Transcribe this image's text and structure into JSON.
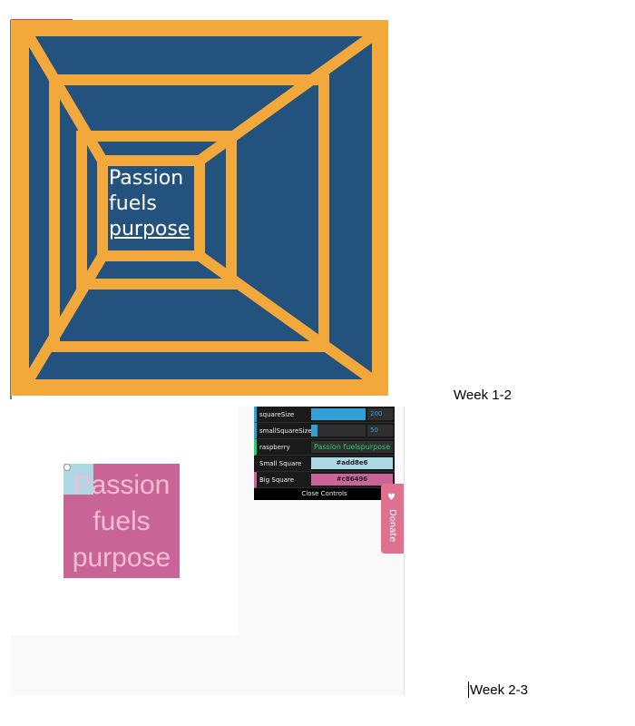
{
  "week1": {
    "label": "Week 1-2",
    "text_line1": "Passion",
    "text_line2": "fuels",
    "text_link": "purpose",
    "colors": {
      "frame": "#f2a83a",
      "fill": "#22527d",
      "text": "#ffffff"
    }
  },
  "week2": {
    "label": "Week 2-3",
    "demo_text": [
      "Passion",
      "fuels",
      "purpose"
    ],
    "controls": {
      "square_size_label": "squareSize",
      "square_size_value": "200",
      "square_size_fraction": 1.0,
      "small_square_size_label": "smallSquareSize",
      "small_square_size_value": "50",
      "small_square_size_fraction": 0.12,
      "raspberry_label": "raspberry",
      "raspberry_value": "Passion fuelspurpose",
      "small_square_label": "Small Square",
      "small_square_value": "#add8e6",
      "big_square_label": "Big Square",
      "big_square_value": "#c86496",
      "close_label": "Close Controls"
    },
    "donate_label": "Donate",
    "donate_icon": "heart-icon"
  }
}
